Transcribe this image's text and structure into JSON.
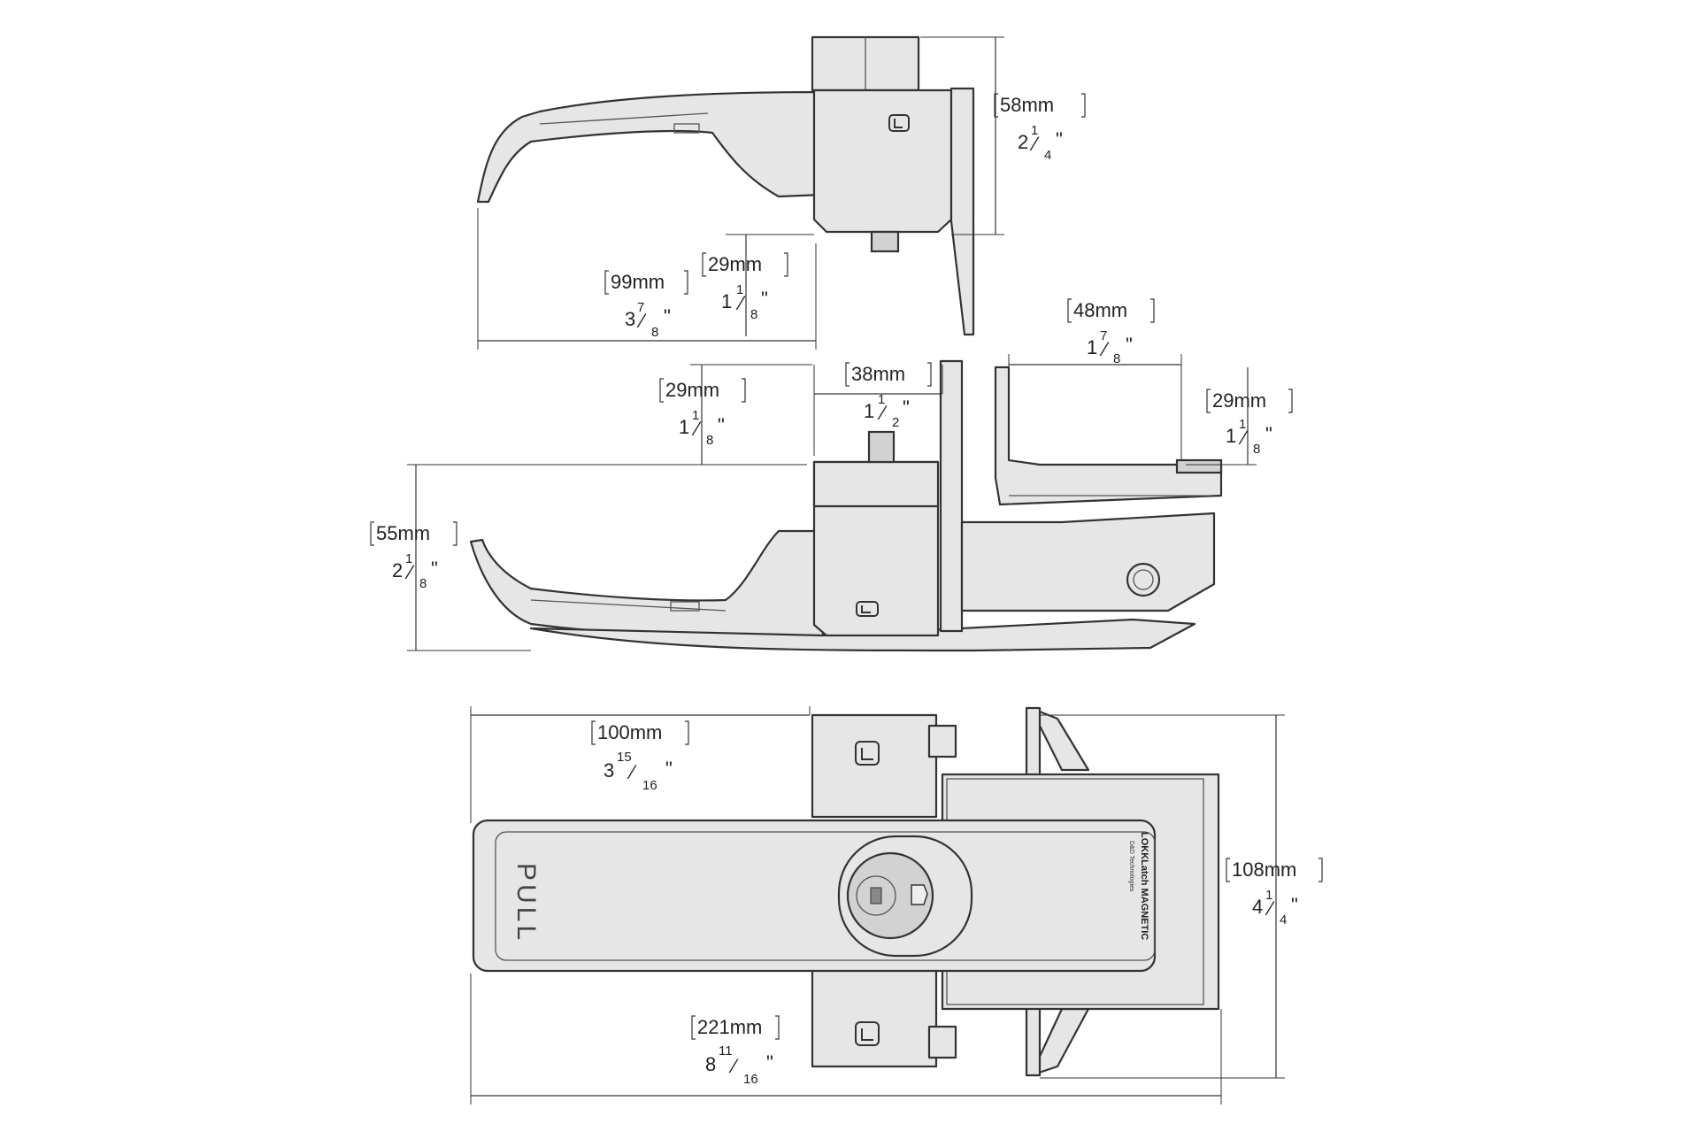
{
  "dimensions": {
    "top_height": {
      "metric": "58mm",
      "imperial_whole": "2",
      "imperial_num": "1",
      "imperial_den": "4"
    },
    "top_drop": {
      "metric": "29mm",
      "imperial_whole": "1",
      "imperial_num": "1",
      "imperial_den": "8"
    },
    "top_length": {
      "metric": "99mm",
      "imperial_whole": "3",
      "imperial_num": "7",
      "imperial_den": "8"
    },
    "keeper_width": {
      "metric": "48mm",
      "imperial_whole": "1",
      "imperial_num": "7",
      "imperial_den": "8"
    },
    "side_drop": {
      "metric": "29mm",
      "imperial_whole": "1",
      "imperial_num": "1",
      "imperial_den": "8"
    },
    "body_width": {
      "metric": "38mm",
      "imperial_whole": "1",
      "imperial_num": "1",
      "imperial_den": "2"
    },
    "keeper_height": {
      "metric": "29mm",
      "imperial_whole": "1",
      "imperial_num": "1",
      "imperial_den": "8"
    },
    "side_height": {
      "metric": "55mm",
      "imperial_whole": "2",
      "imperial_num": "1",
      "imperial_den": "8"
    },
    "handle_length": {
      "metric": "100mm",
      "imperial_whole": "3",
      "imperial_num": "15",
      "imperial_den": "16"
    },
    "overall_height": {
      "metric": "108mm",
      "imperial_whole": "4",
      "imperial_num": "1",
      "imperial_den": "4"
    },
    "overall_length": {
      "metric": "221mm",
      "imperial_whole": "8",
      "imperial_num": "11",
      "imperial_den": "16"
    }
  },
  "labels": {
    "pull": "PULL",
    "brand_name": "LOKKLatch MAGNETIC",
    "brand_sub": "D&D Technologies"
  }
}
